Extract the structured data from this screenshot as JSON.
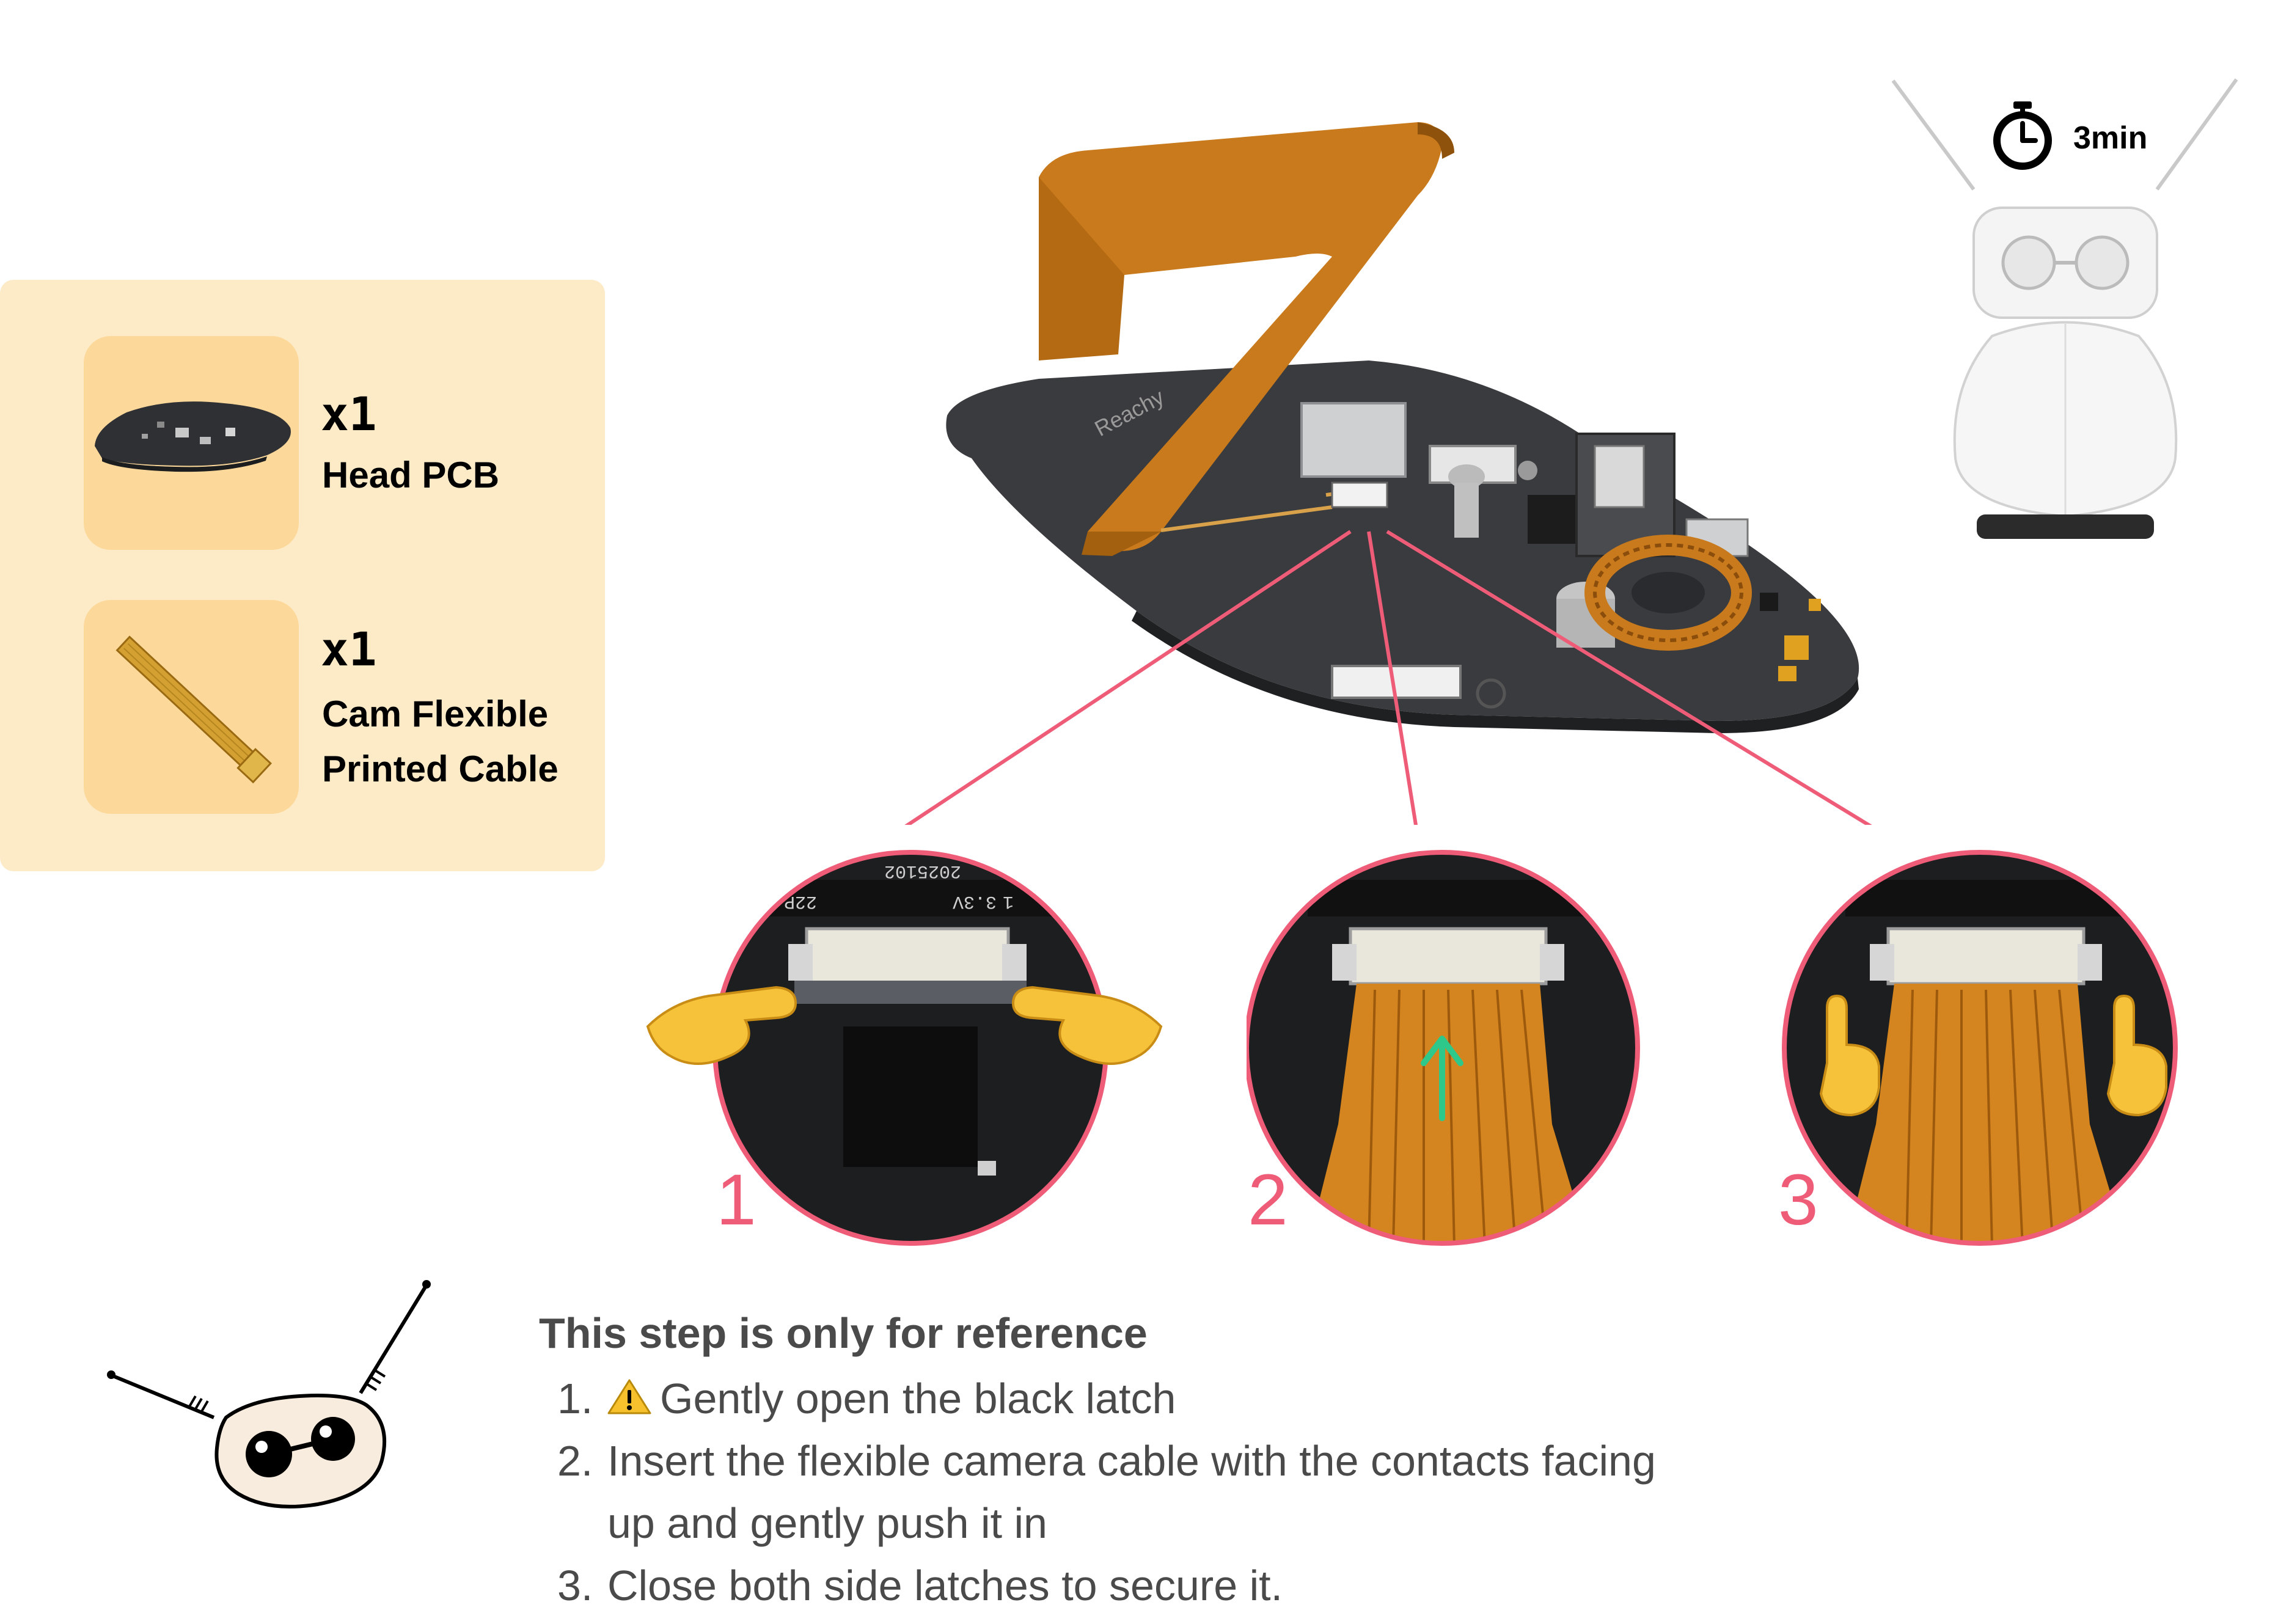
{
  "parts": [
    {
      "qty": "x1",
      "name_lines": [
        "Head PCB"
      ],
      "thumb_icon": "head-pcb-thumbnail"
    },
    {
      "qty": "x1",
      "name_lines": [
        "Cam Flexible",
        "Printed Cable"
      ],
      "thumb_icon": "flex-cable-thumbnail"
    }
  ],
  "timer": {
    "label": "3min",
    "icon": "stopwatch-icon"
  },
  "steps": [
    {
      "number": "1",
      "action": "open-latch"
    },
    {
      "number": "2",
      "action": "insert-cable"
    },
    {
      "number": "3",
      "action": "close-latches"
    }
  ],
  "board_markings": {
    "pcb_text": "Reachy",
    "date": "2025102",
    "pins": "22P",
    "voltage": "3.3V",
    "pin_one": "1"
  },
  "instructions": {
    "heading": "This step is only for reference",
    "items": [
      {
        "num": "1.",
        "text": "Gently open the black latch",
        "warning": true
      },
      {
        "num": "2.",
        "text": "Insert the flexible camera cable with the contacts facing up and gently push it in",
        "warning": false
      },
      {
        "num": "3.",
        "text": "Close both side latches to secure it.",
        "warning": false
      }
    ]
  },
  "colors": {
    "panel_bg": "#fdebc8",
    "thumb_bg": "#fcd99a",
    "accent_pink": "#ee5c78",
    "flex_cable": "#c97a1c",
    "pcb": "#3a3b3e",
    "arrow_green": "#2ec98a",
    "text_gray": "#4a4a4a"
  }
}
